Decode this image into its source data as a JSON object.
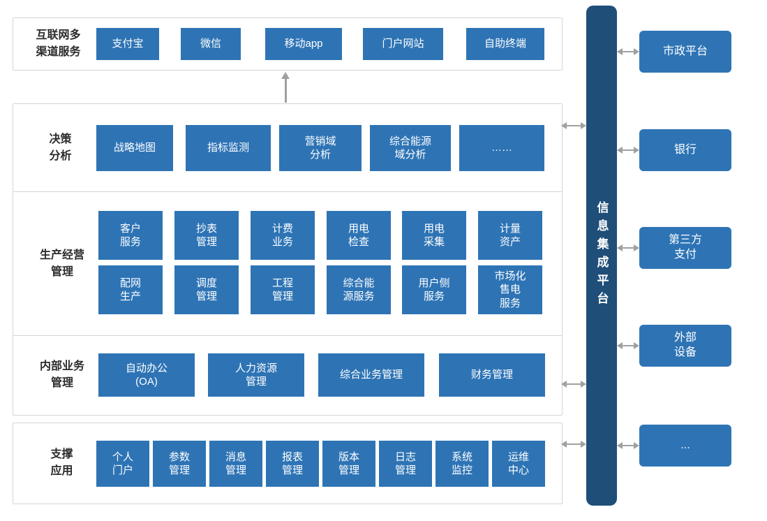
{
  "colors": {
    "box_blue": "#2e74b5",
    "bar_dark_blue": "#1f4e79",
    "arrow_gray": "#a0a0a0",
    "border_gray": "#d4d4d4"
  },
  "channels": {
    "label": "互联网多\n渠道服务",
    "items": [
      "支付宝",
      "微信",
      "移动app",
      "门户网站",
      "自助终端"
    ]
  },
  "decision": {
    "label": "决策\n分析",
    "items": [
      "战略地图",
      "指标监测",
      "营销域\n分析",
      "综合能源\n域分析",
      "……"
    ]
  },
  "production": {
    "label": "生产经营\n管理",
    "row1": [
      "客户\n服务",
      "抄表\n管理",
      "计费\n业务",
      "用电\n检查",
      "用电\n采集",
      "计量\n资产"
    ],
    "row2": [
      "配网\n生产",
      "调度\n管理",
      "工程\n管理",
      "综合能\n源服务",
      "用户侧\n服务",
      "市场化\n售电\n服务"
    ]
  },
  "internal": {
    "label": "内部业务\n管理",
    "items": [
      "自动办公\n(OA)",
      "人力资源\n管理",
      "综合业务管理",
      "财务管理"
    ]
  },
  "support": {
    "label": "支撑\n应用",
    "items": [
      "个人\n门户",
      "参数\n管理",
      "消息\n管理",
      "报表\n管理",
      "版本\n管理",
      "日志\n管理",
      "系统\n监控",
      "运维\n中心"
    ]
  },
  "integration": {
    "label": "信息集成平台"
  },
  "external": {
    "items": [
      "市政平台",
      "银行",
      "第三方\n支付",
      "外部\n设备",
      "..."
    ]
  }
}
